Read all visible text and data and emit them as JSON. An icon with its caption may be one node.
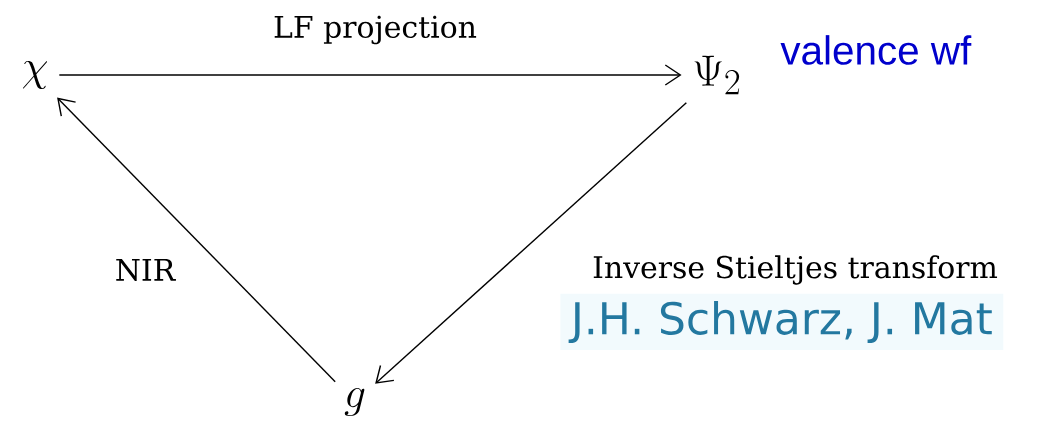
{
  "diagram": {
    "nodes": [
      {
        "text": [
          "\\chi"
        ]
      },
      {
        "text": [
          "\\Psi_2"
        ],
        "beside": [
          "valence wf"
        ]
      },
      {
        "text": [
          "g"
        ]
      }
    ],
    "edges": [
      {
        "from": 0,
        "to": 1,
        "arrow": "to",
        "label": "LF projection"
      },
      {
        "from": 1,
        "to": 2,
        "arrow": "to",
        "label": "Inverse Stieltjes transform"
      },
      {
        "from": 2,
        "to": 0,
        "arrow": "to",
        "label": "NIR"
      }
    ],
    "labels": [
      "J.H. Schwarz, J. Mat"
    ]
  }
}
